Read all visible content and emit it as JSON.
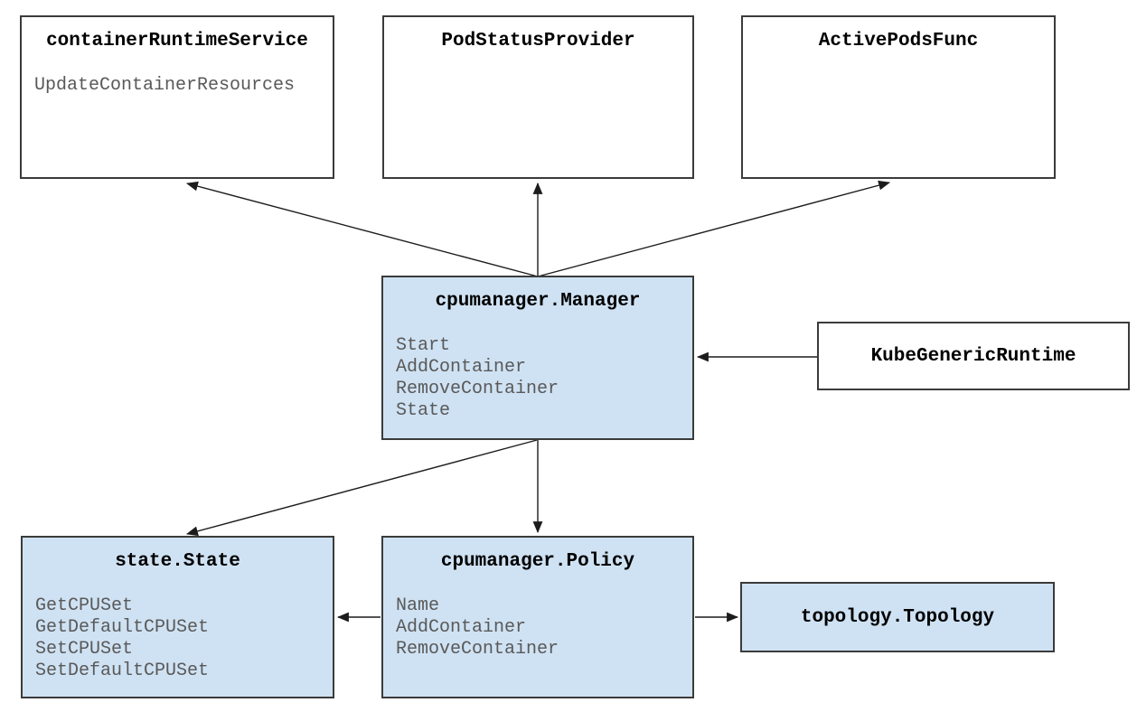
{
  "diagram": {
    "description": "cpumanager architecture diagram",
    "colors": {
      "highlight_fill": "#cfe2f3",
      "plain_fill": "#ffffff",
      "border": "#3b3b3b",
      "title_text": "#000000",
      "method_text": "#595959",
      "arrow": "#1c1c1c",
      "background": "#ffffff"
    },
    "nodes": {
      "container_runtime_service": {
        "title": "containerRuntimeService",
        "methods": [
          "UpdateContainerResources"
        ],
        "highlighted": false
      },
      "pod_status_provider": {
        "title": "PodStatusProvider",
        "methods": [],
        "highlighted": false
      },
      "active_pods_func": {
        "title": "ActivePodsFunc",
        "methods": [],
        "highlighted": false
      },
      "cpumanager_manager": {
        "title": "cpumanager.Manager",
        "methods": [
          "Start",
          "AddContainer",
          "RemoveContainer",
          "State"
        ],
        "highlighted": true
      },
      "kube_generic_runtime": {
        "title": "KubeGenericRuntime",
        "methods": [],
        "highlighted": false
      },
      "state_state": {
        "title": "state.State",
        "methods": [
          "GetCPUSet",
          "GetDefaultCPUSet",
          "SetCPUSet",
          "SetDefaultCPUSet"
        ],
        "highlighted": true
      },
      "cpumanager_policy": {
        "title": "cpumanager.Policy",
        "methods": [
          "Name",
          "AddContainer",
          "RemoveContainer"
        ],
        "highlighted": true
      },
      "topology_topology": {
        "title": "topology.Topology",
        "methods": [],
        "highlighted": true
      }
    },
    "edges": [
      {
        "from": "cpumanager.Manager",
        "to": "containerRuntimeService"
      },
      {
        "from": "cpumanager.Manager",
        "to": "PodStatusProvider"
      },
      {
        "from": "cpumanager.Manager",
        "to": "ActivePodsFunc"
      },
      {
        "from": "KubeGenericRuntime",
        "to": "cpumanager.Manager"
      },
      {
        "from": "cpumanager.Manager",
        "to": "state.State"
      },
      {
        "from": "cpumanager.Manager",
        "to": "cpumanager.Policy"
      },
      {
        "from": "cpumanager.Policy",
        "to": "state.State"
      },
      {
        "from": "cpumanager.Policy",
        "to": "topology.Topology"
      }
    ]
  }
}
